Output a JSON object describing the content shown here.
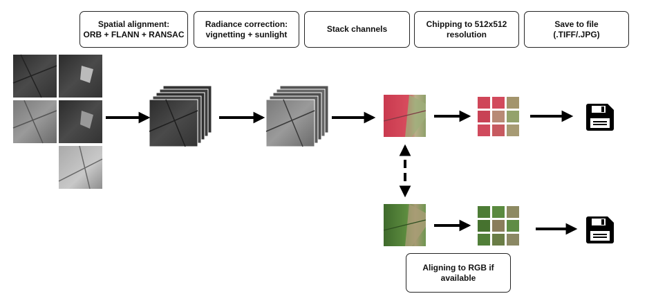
{
  "steps": {
    "spatial_alignment": "Spatial alignment:\nORB + FLANN + RANSAC",
    "radiance_correction": "Radiance correction:\nvignetting + sunlight",
    "stack_channels": "Stack channels",
    "chipping": "Chipping to 512x512\nresolution",
    "save_to_file": "Save to file\n(.TIFF/.JPG)",
    "align_rgb": "Aligning to RGB if\navailable"
  },
  "icons": {
    "save": "floppy-disk-icon",
    "arrow": "arrow-right-icon",
    "bidirectional": "dashed-double-arrow-icon"
  },
  "colors": {
    "arrow": "#000000",
    "box_border": "#222222",
    "false_color_red": "#d64456",
    "false_color_green": "#6fa84a",
    "rgb_green": "#4c7a35",
    "gray_band": "#5a5a5a"
  }
}
